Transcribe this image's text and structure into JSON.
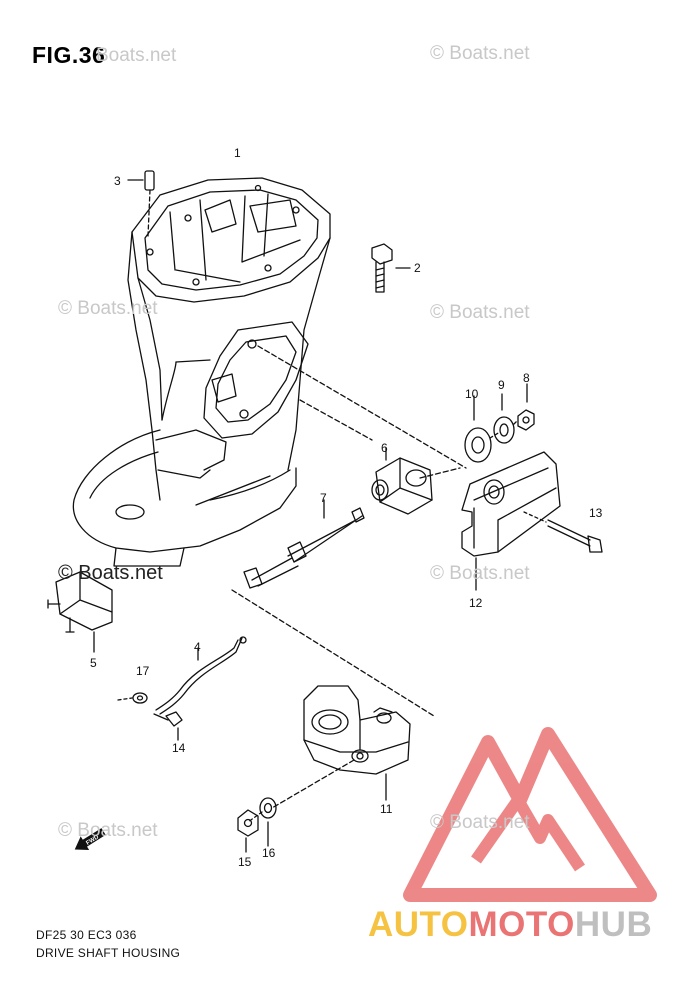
{
  "figure": {
    "title": "FIG.36",
    "code": "DF25 30 EC3 036",
    "caption": "DRIVE SHAFT HOUSING"
  },
  "watermark": {
    "text": "© Boats.net",
    "partial_text": "Boats.net"
  },
  "callouts": [
    "1",
    "2",
    "3",
    "4",
    "5",
    "6",
    "7",
    "8",
    "9",
    "10",
    "11",
    "12",
    "13",
    "14",
    "15",
    "16",
    "17"
  ],
  "brand": {
    "part1": "AUTO",
    "part2": "MOTO",
    "part3": "HUB"
  },
  "colors": {
    "line": "#111111",
    "watermark": "#c8c8c8",
    "logo_red": "#ea7373",
    "logo_yellow": "#f5c242",
    "logo_grey": "#bfbfbf"
  },
  "icons": [
    "fwd-arrow-icon",
    "automotohub-logo-icon"
  ]
}
